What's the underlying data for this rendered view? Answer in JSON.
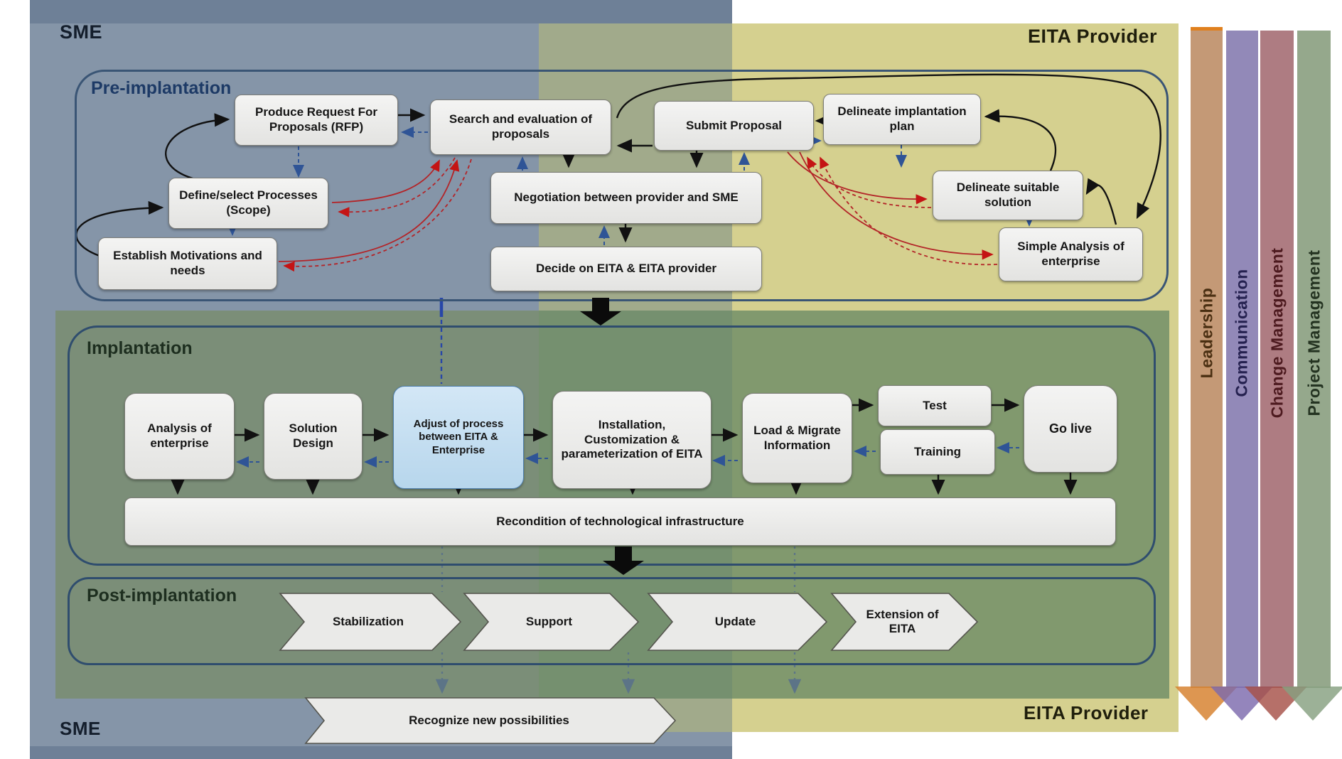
{
  "lanes": {
    "sme_top": "SME",
    "sme_bottom": "SME",
    "provider_top": "EITA Provider",
    "provider_bottom": "EITA Provider"
  },
  "sections": {
    "pre": "Pre-implantation",
    "impl": "Implantation",
    "post": "Post-implantation"
  },
  "pre": {
    "boxes": {
      "produce_rfp": "Produce Request For Proposals (RFP)",
      "search_eval": "Search and evaluation of proposals",
      "submit": "Submit Proposal",
      "delineate_plan": "Delineate implantation plan",
      "define_processes": "Define/select Processes (Scope)",
      "establish": "Establish Motivations and needs",
      "negotiation": "Negotiation between provider and SME",
      "decide": "Decide on EITA & EITA provider",
      "delineate_solution": "Delineate suitable solution",
      "simple_analysis": "Simple Analysis of enterprise"
    }
  },
  "impl": {
    "boxes": {
      "analysis": "Analysis of enterprise",
      "solution": "Solution Design",
      "adjust": "Adjust of process between EITA & Enterprise",
      "installation": "Installation, Customization & parameterization of EITA",
      "load": "Load & Migrate Information",
      "test": "Test",
      "training": "Training",
      "golive": "Go live",
      "recondition": "Recondition of technological infrastructure"
    }
  },
  "post": {
    "chevrons": [
      "Stabilization",
      "Support",
      "Update",
      "Extension of EITA"
    ],
    "recognize": "Recognize new possibilities"
  },
  "streams": [
    {
      "label": "Leadership",
      "bar": "#c49976",
      "head": "rgba(214,127,43,0.82)",
      "text": "#4a2f12",
      "cap": "#e0801e"
    },
    {
      "label": "Communication",
      "bar": "#9289b8",
      "head": "rgba(125,106,173,0.82)",
      "text": "#252150",
      "cap": ""
    },
    {
      "label": "Change Management",
      "bar": "#ae7c82",
      "head": "rgba(166,80,72,0.82)",
      "text": "#4d1a1f",
      "cap": ""
    },
    {
      "label": "Project Management",
      "bar": "#95a88c",
      "head": "rgba(134,160,128,0.82)",
      "text": "#243321",
      "cap": ""
    }
  ],
  "colors": {
    "sme_lane": "#8595a8",
    "sme_lane_dark": "#6e8097",
    "provider_lane": "#d5d08f",
    "overlap_olive": "#a1aa8b",
    "impl_band_left": "#7b8e78",
    "impl_band_mid": "#75906f",
    "impl_band_right": "#81996e",
    "node_fill": "#ebebe9",
    "adjust_fill": "#bfdbf0",
    "container_border": "#2f4d6e",
    "flow_black": "#111111",
    "feedback_blue": "#2f5496",
    "feedback_red": "#b32428",
    "feedback_slate": "#5c7487"
  }
}
